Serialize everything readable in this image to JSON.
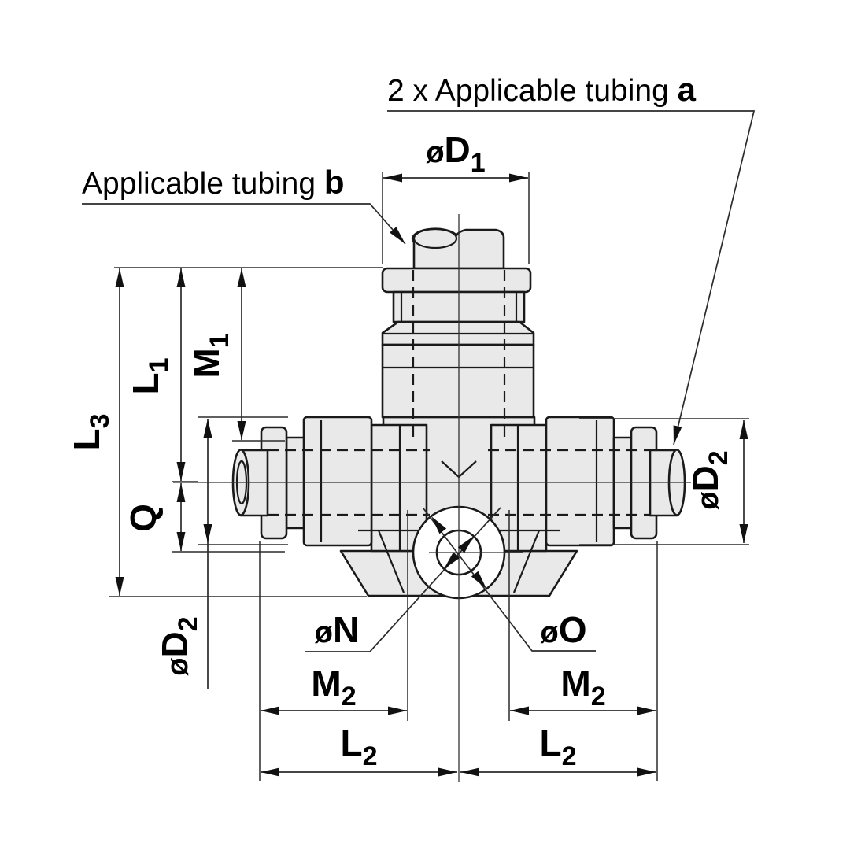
{
  "drawing": {
    "kind": "dimensional outline drawing",
    "view": "union tee one-touch fitting, front section view"
  },
  "colors": {
    "outline": "#1a1a1a",
    "dimension_lines": "#2b2b2b",
    "body_fill": "#e9e9e9",
    "background": "#ffffff",
    "text": "#000000"
  },
  "callouts": {
    "tubing_a": {
      "text": "2 x Applicable tubing ",
      "emphasis": "a"
    },
    "tubing_b": {
      "text": "Applicable tubing ",
      "emphasis": "b"
    }
  },
  "dims": {
    "L3": {
      "base": "L",
      "sub": "3"
    },
    "L1": {
      "base": "L",
      "sub": "1"
    },
    "M1": {
      "base": "M",
      "sub": "1"
    },
    "Q": {
      "base": "Q",
      "sub": ""
    },
    "D1": {
      "prefix": "ø",
      "base": "D",
      "sub": "1"
    },
    "D2": {
      "prefix": "ø",
      "base": "D",
      "sub": "2"
    },
    "N": {
      "prefix": "ø",
      "base": "N",
      "sub": ""
    },
    "O": {
      "prefix": "ø",
      "base": "O",
      "sub": ""
    },
    "M2": {
      "base": "M",
      "sub": "2"
    },
    "L2": {
      "base": "L",
      "sub": "2"
    }
  }
}
